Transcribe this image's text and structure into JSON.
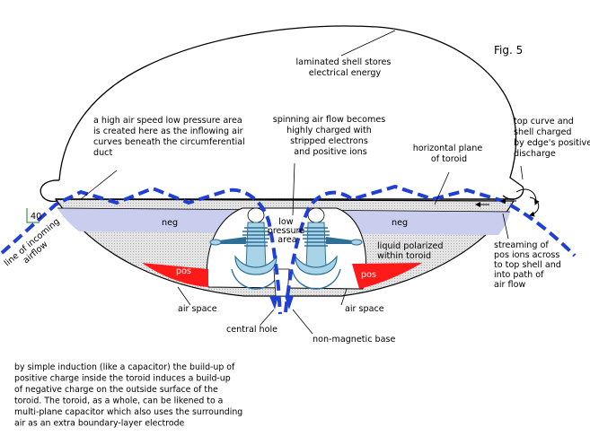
{
  "figure_label": "Fig. 5",
  "labels": {
    "laminated_shell": [
      "laminated shell stores",
      "electrical energy"
    ],
    "high_air_speed": [
      "a high air speed low pressure area",
      "is created here as the inflowing air",
      "curves beneath the circumferential",
      "duct"
    ],
    "spinning_air": [
      "spinning air flow becomes",
      "highly charged with",
      "stripped electrons",
      "and positive ions"
    ],
    "top_curve": [
      "top curve and",
      "shell charged",
      "by edge's positive",
      "discharge"
    ],
    "horizontal_plane": [
      "horizontal plane",
      "of toroid"
    ],
    "neg_left": "neg",
    "neg_right": "neg",
    "low_pressure": [
      "low",
      "pressure",
      "area"
    ],
    "liquid_polarized": [
      "liquid polarized",
      "within toroid"
    ],
    "pos_left": "pos",
    "pos_right": "pos",
    "angle": "40",
    "incoming_airflow": [
      "line of incoming",
      "airflow"
    ],
    "streaming": [
      "streaming of",
      "pos ions across",
      "to top shell and",
      "into path of",
      "air flow"
    ],
    "air_space_left": "air space",
    "air_space_right": "air space",
    "central_hole": "central hole",
    "non_magnetic_base": "non-magnetic base",
    "induction_note": [
      "by simple induction (like a capacitor) the build-up of",
      "positive charge inside the toroid induces a build-up",
      "of negative charge on the outside surface of the",
      "toroid. The toroid, as a whole, can be likened to a",
      "multi-plane capacitor which also uses the surrounding",
      "air as an extra boundary-layer electrode"
    ]
  },
  "colors": {
    "airflow": "#1f3fd6",
    "neg_band": "#c9cdee",
    "toroid_fill": "#dcdcdc",
    "pos": "#ff1a1a",
    "coil": "#2e6f98",
    "coil_light": "#a9d3e6"
  }
}
